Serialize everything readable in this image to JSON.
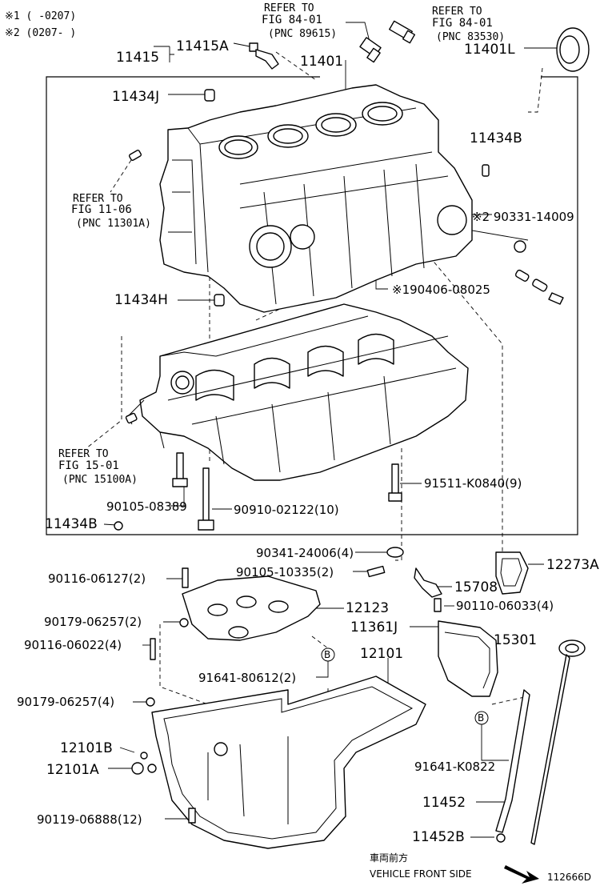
{
  "notes": {
    "note1": "※1 (     -0207)",
    "note2": "※2 (0207-      )"
  },
  "refs": {
    "fig84_a": {
      "line1": "REFER TO",
      "line2": "FIG 84-01",
      "line3": "(PNC 89615)"
    },
    "fig84_b": {
      "line1": "REFER TO",
      "line2": "FIG 84-01",
      "line3": "(PNC 83530)"
    },
    "fig11": {
      "line1": "REFER TO",
      "line2": "FIG 11-06",
      "line3": "(PNC 11301A)"
    },
    "fig15": {
      "line1": "REFER TO",
      "line2": "FIG 15-01",
      "line3": "(PNC 15100A)"
    }
  },
  "labels": {
    "p11415": "11415",
    "p11415A": "11415A",
    "p11401": "11401",
    "p11401L": "11401L",
    "p11434J": "11434J",
    "p11434B_top": "11434B",
    "p90331": "※2 90331-14009",
    "p90406": "※190406-08025",
    "p11434H": "11434H",
    "p91511": "91511-K0840(9)",
    "p90105_08389": "90105-08389",
    "p90910": "90910-02122(10)",
    "p11434B_bot": "11434B",
    "p90341": "90341-24006(4)",
    "p90105_10335": "90105-10335(2)",
    "p12273A": "12273A",
    "p15708": "15708",
    "p90110": "90110-06033(4)",
    "p90116_06127": "90116-06127(2)",
    "p12123": "12123",
    "p90179_a": "90179-06257(2)",
    "p11361J": "11361J",
    "p15301": "15301",
    "p90116_06022": "90116-06022(4)",
    "p91641_80612": "91641-80612(2)",
    "p12101": "12101",
    "p90179_b": "90179-06257(4)",
    "p12101B": "12101B",
    "p12101A": "12101A",
    "p91641_K0822": "91641-K0822",
    "p11452": "11452",
    "p90119": "90119-06888(12)",
    "p11452B": "11452B"
  },
  "circle_marks": {
    "b1": "B",
    "b2": "B"
  },
  "footer": {
    "front_jp": "車両前方",
    "front_en": "VEHICLE FRONT SIDE",
    "diagram_id": "112666D"
  }
}
